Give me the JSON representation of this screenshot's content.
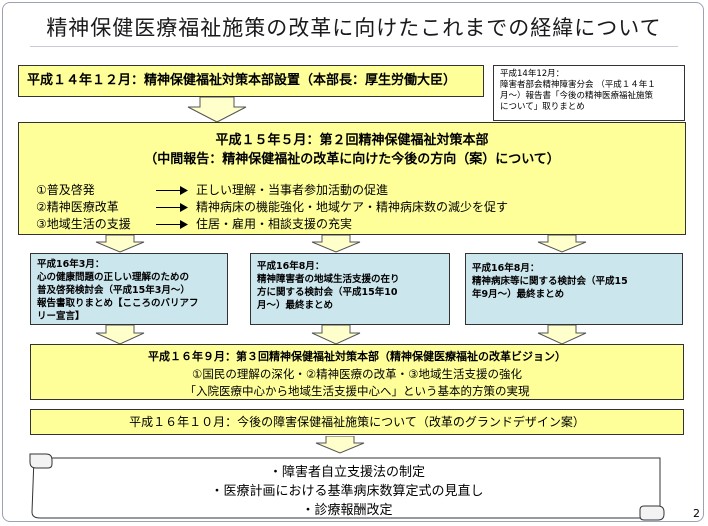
{
  "title": "精神保健医療福祉施策の改革に向けたこれまでの経緯について",
  "box1": "平成１４年１２月：精神保健福祉対策本部設置（本部長：厚生労働大臣）",
  "note": {
    "line1": "平成14年12月：",
    "line2": "障害者部会精神障害分会 （平成１４年１",
    "line3": "月～）報告書「今後の精神医療福祉施策",
    "line4": "について」取りまとめ"
  },
  "box2": {
    "heading1": "平成１５年５月：第２回精神保健福祉対策本部",
    "heading2": "（中間報告：精神保健福祉の改革に向けた今後の方向（案）について）",
    "items": [
      {
        "left": "①普及啓発",
        "right": "正しい理解・当事者参加活動の促進"
      },
      {
        "left": "②精神医療改革",
        "right": "精神病床の機能強化・地域ケア・精神病床数の減少を促す"
      },
      {
        "left": "③地域生活の支援",
        "right": "住居・雇用・相談支援の充実"
      }
    ]
  },
  "blue_boxes": [
    {
      "lines": [
        "平成16年3月：",
        "心の健康問題の正しい理解のための",
        "普及啓発検討会（平成15年3月～）",
        "報告書取りまとめ【こころのバリアフ",
        "リー宣言】"
      ]
    },
    {
      "lines": [
        "平成16年8月：",
        "精神障害者の地域生活支援の在り",
        "方に関する検討会（平成15年10",
        "月～）最終まとめ"
      ]
    },
    {
      "lines": [
        "平成16年8月：",
        "精神病床等に関する検討会（平成15",
        "年9月～）最終まとめ"
      ]
    }
  ],
  "box3": {
    "heading": "平成１６年９月：第３回精神保健福祉対策本部（精神保健医療福祉の改革ビジョン）",
    "line1": "①国民の理解の深化・②精神医療の改革・③地域生活支援の強化",
    "line2": "「入院医療中心から地域生活支援中心へ」という基本的方策の実現"
  },
  "box4": "平成１６年１０月：今後の障害保健福祉施策について（改革のグランドデザイン案）",
  "scroll": {
    "items": [
      "・障害者自立支援法の制定",
      "・医療計画における基準病床数算定式の見直し",
      "・診療報酬改定"
    ]
  },
  "page_number": "2",
  "colors": {
    "yellow": "#ffff99",
    "blue": "#cce6ee",
    "arrow_fill": "#ffffcc"
  }
}
